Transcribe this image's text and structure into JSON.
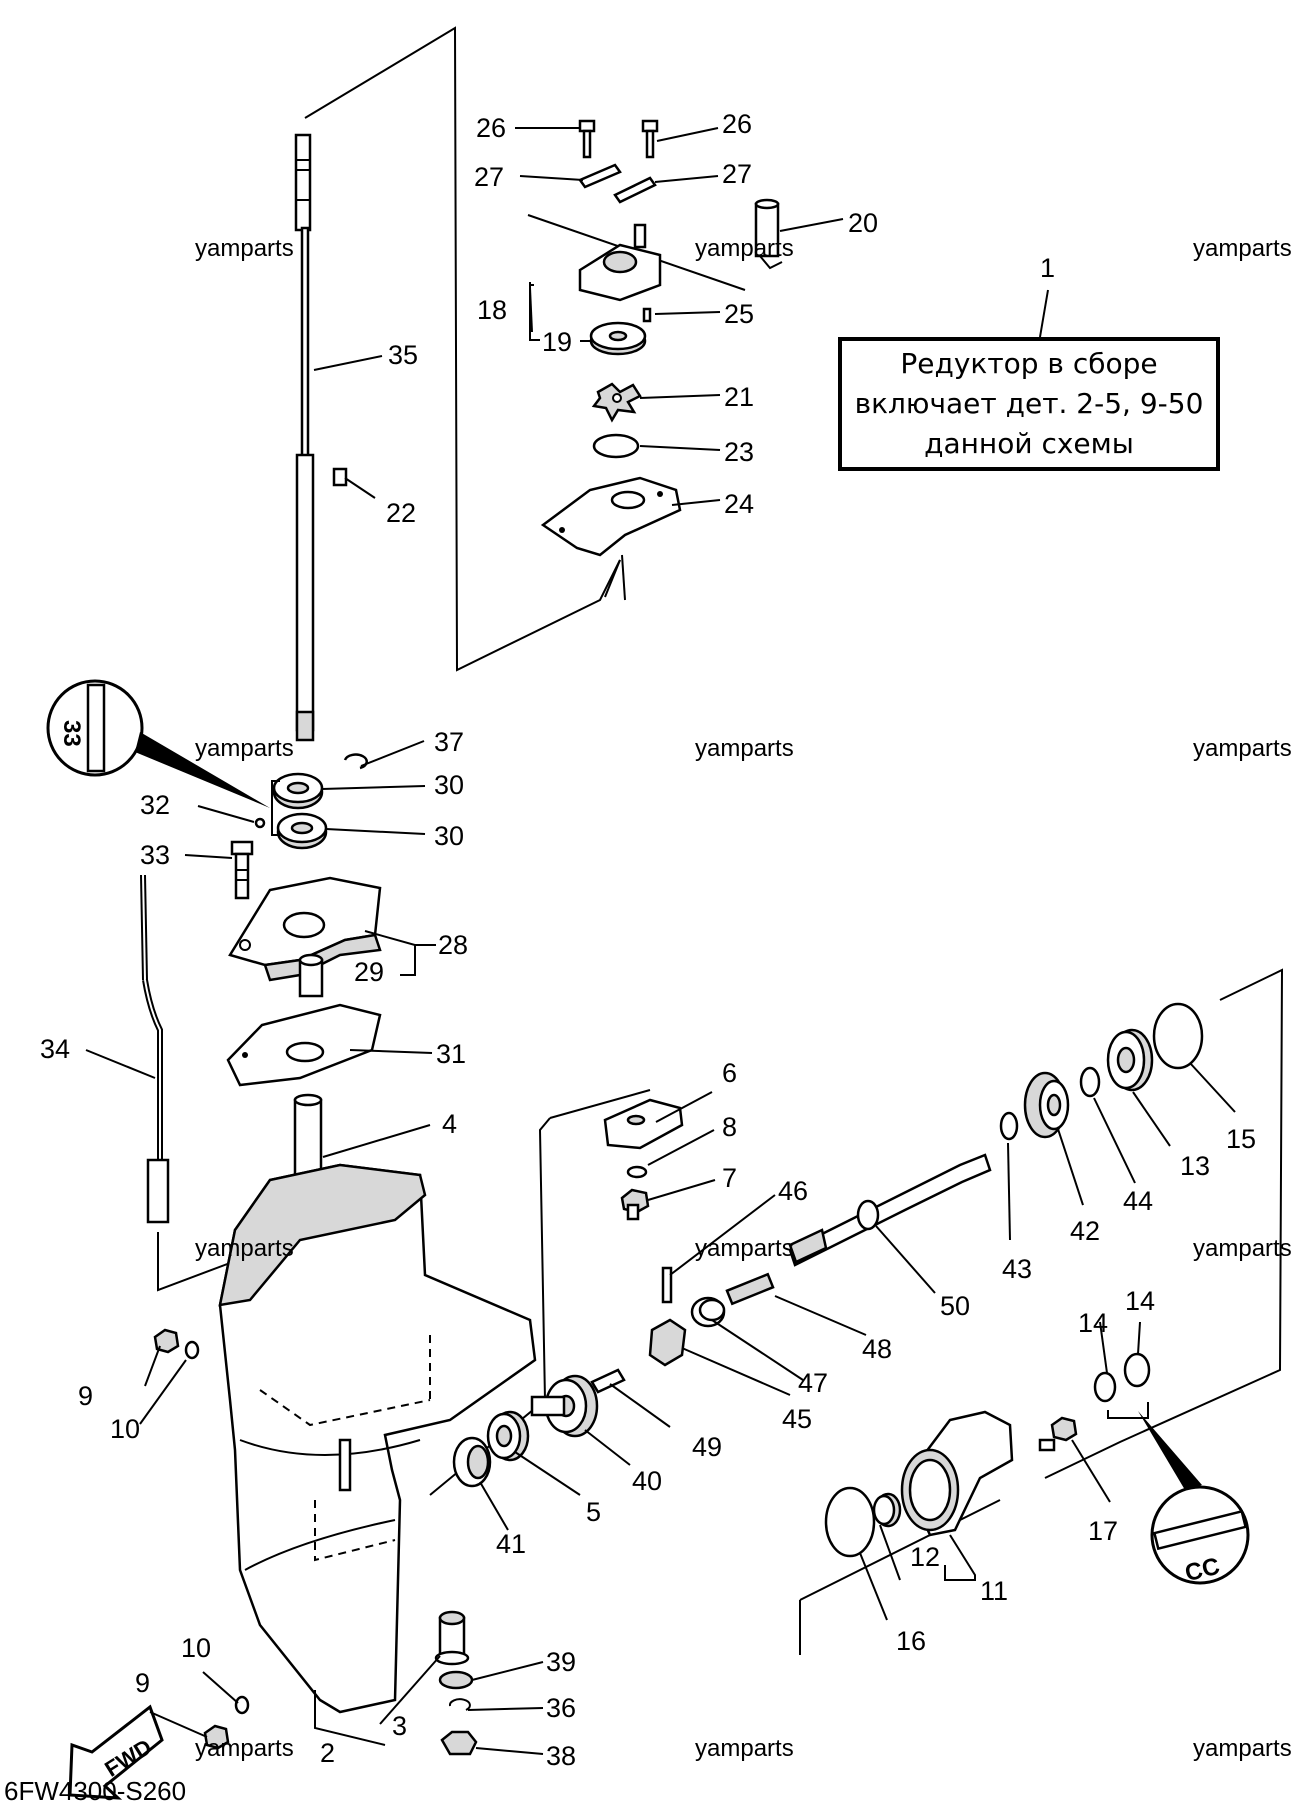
{
  "diagram_code": "6FW4300-S260",
  "watermark": "yamparts",
  "note": {
    "lines": [
      "Редуктор в сборе",
      "включает дет. 2-5, 9-50",
      "данной схемы"
    ]
  },
  "callouts": [
    "1",
    "2",
    "3",
    "4",
    "5",
    "6",
    "7",
    "8",
    "9",
    "9",
    "10",
    "10",
    "11",
    "12",
    "13",
    "14",
    "14",
    "15",
    "16",
    "17",
    "18",
    "19",
    "20",
    "21",
    "22",
    "23",
    "24",
    "25",
    "26",
    "26",
    "27",
    "27",
    "28",
    "29",
    "30",
    "30",
    "31",
    "32",
    "33",
    "34",
    "35",
    "36",
    "37",
    "38",
    "39",
    "40",
    "41",
    "42",
    "43",
    "44",
    "45",
    "46",
    "47",
    "48",
    "49",
    "50"
  ],
  "labels": {
    "fwd": "FWD",
    "circle_upper": "33",
    "circle_lower": "CC"
  }
}
